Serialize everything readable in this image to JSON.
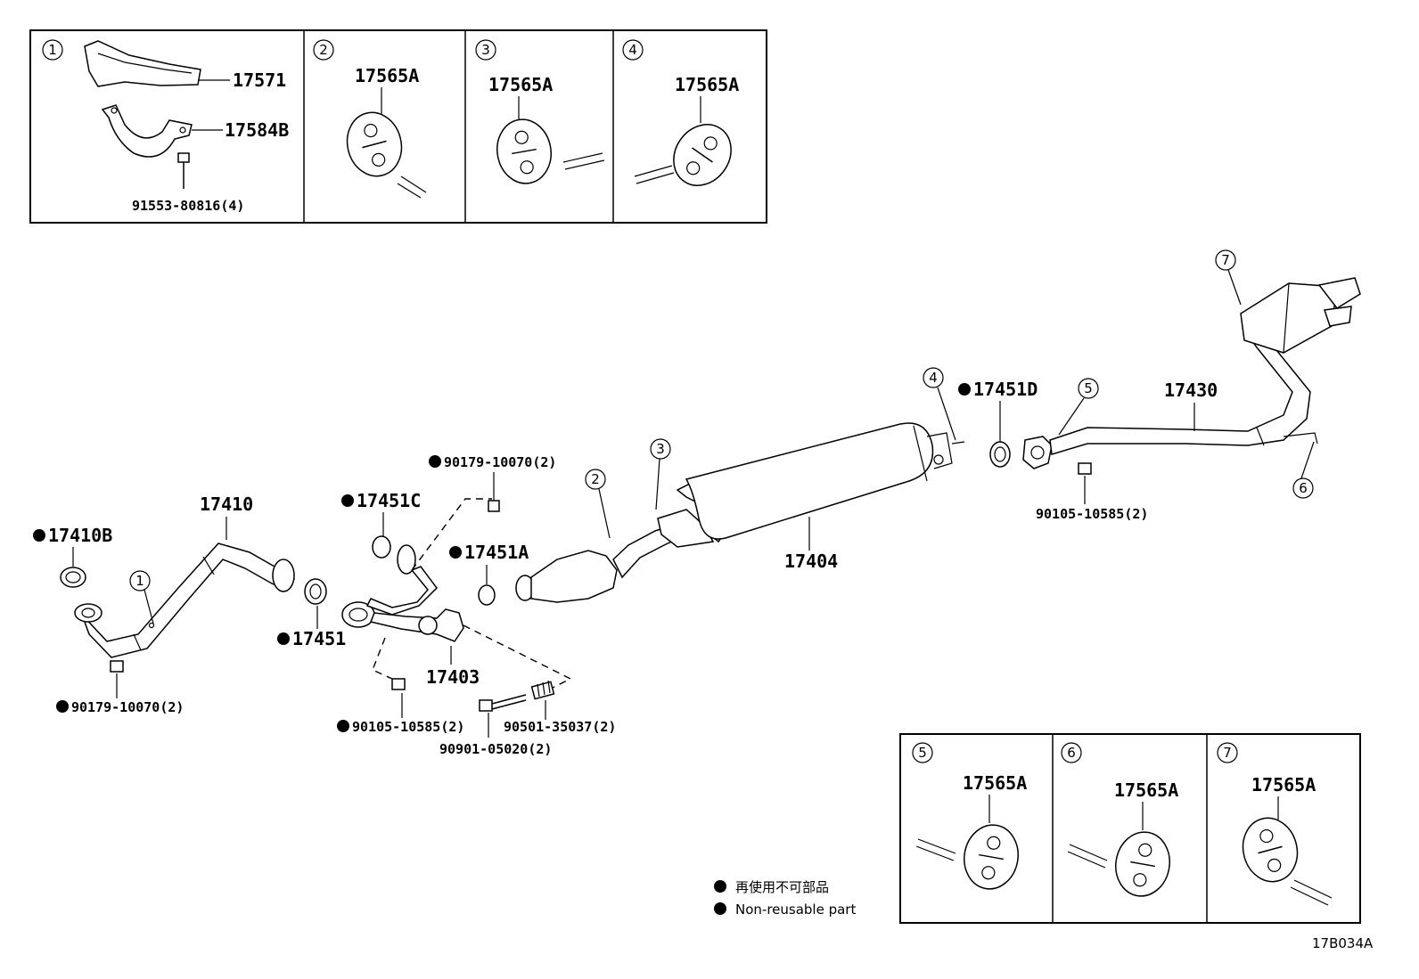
{
  "insets_top": [
    {
      "num": "1",
      "labels": [
        "17571",
        "17584B",
        "91553-80816(4)"
      ]
    },
    {
      "num": "2",
      "labels": [
        "17565A"
      ]
    },
    {
      "num": "3",
      "labels": [
        "17565A"
      ]
    },
    {
      "num": "4",
      "labels": [
        "17565A"
      ]
    }
  ],
  "insets_bottom": [
    {
      "num": "5",
      "labels": [
        "17565A"
      ]
    },
    {
      "num": "6",
      "labels": [
        "17565A"
      ]
    },
    {
      "num": "7",
      "labels": [
        "17565A"
      ]
    }
  ],
  "parts": {
    "p17410": "17410",
    "p17410B": "17410B",
    "p90179_a": "90179-10070(2)",
    "p17451": "17451",
    "p17451C": "17451C",
    "p90179_b": "90179-10070(2)",
    "p17451A": "17451A",
    "p17403": "17403",
    "p90105_a": "90105-10585(2)",
    "p90501": "90501-35037(2)",
    "p90901": "90901-05020(2)",
    "p17404": "17404",
    "p17451D": "17451D",
    "p17430": "17430",
    "p90105_b": "90105-10585(2)"
  },
  "callouts": {
    "c1": "1",
    "c2": "2",
    "c3": "3",
    "c4": "4",
    "c5": "5",
    "c6": "6",
    "c7": "7"
  },
  "legend": {
    "line1": "再使用不可部品",
    "line2": "Non-reusable part"
  },
  "diagram_code": "17B034A"
}
